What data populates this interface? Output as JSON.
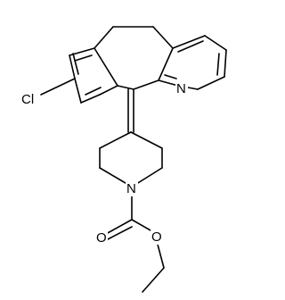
{
  "structure": {
    "atom_labels": {
      "chlorine": "Cl",
      "pyridine_nitrogen": "N",
      "piperidine_nitrogen": "N",
      "carbonyl_oxygen": "O",
      "ester_oxygen": "O"
    },
    "colors": {
      "bond": "#000000",
      "background": "#ffffff"
    }
  }
}
